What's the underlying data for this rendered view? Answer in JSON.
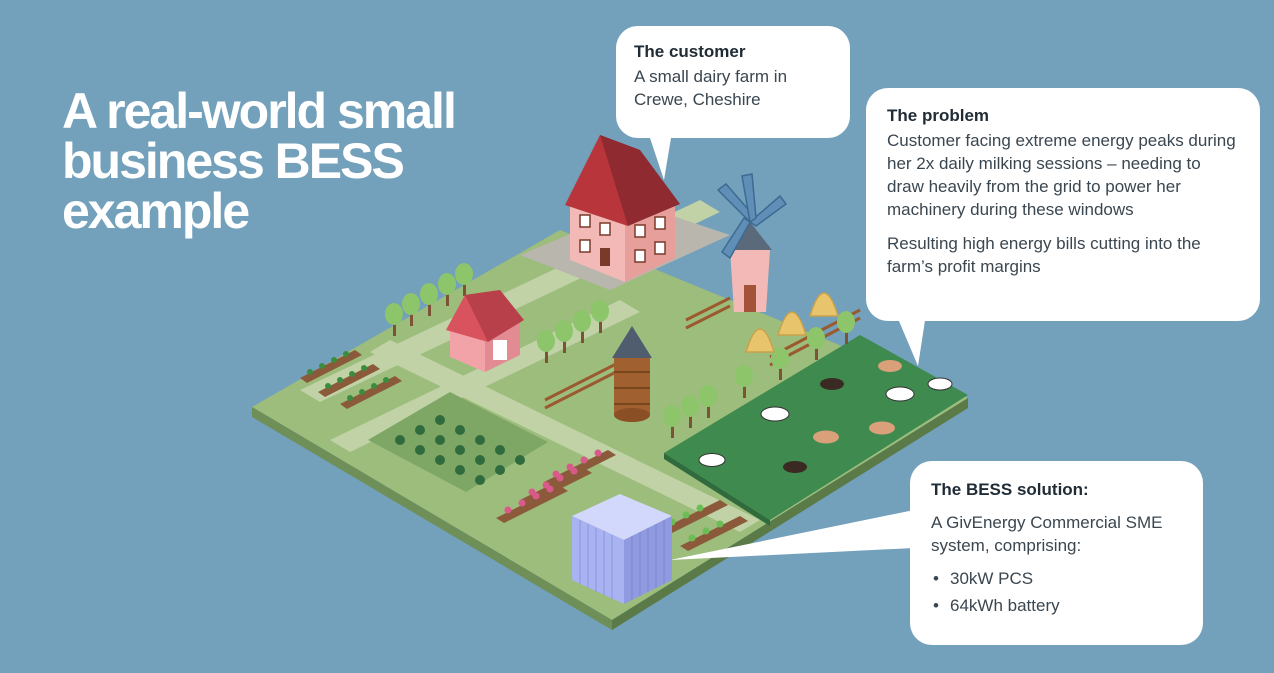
{
  "title": {
    "line1": "A real-world small",
    "line2": "business BESS",
    "line3": "example"
  },
  "customer": {
    "heading": "The customer",
    "text": "A small dairy farm in Crewe, Cheshire"
  },
  "problem": {
    "heading": "The problem",
    "paragraph1": "Customer facing extreme energy peaks during her 2x daily milking sessions – needing to draw heavily from the grid to power her machinery during these windows",
    "paragraph2": "Resulting high energy bills cutting into the farm’s profit margins"
  },
  "solution": {
    "heading": "The BESS solution:",
    "text": "A GivEnergy Commercial SME system, comprising:",
    "items": [
      "30kW PCS",
      "64kWh battery"
    ]
  },
  "colors": {
    "background": "#73a0bb",
    "grass": "#9fbf7e",
    "pasture": "#3f8a4f",
    "battery": "#aab4ee"
  }
}
